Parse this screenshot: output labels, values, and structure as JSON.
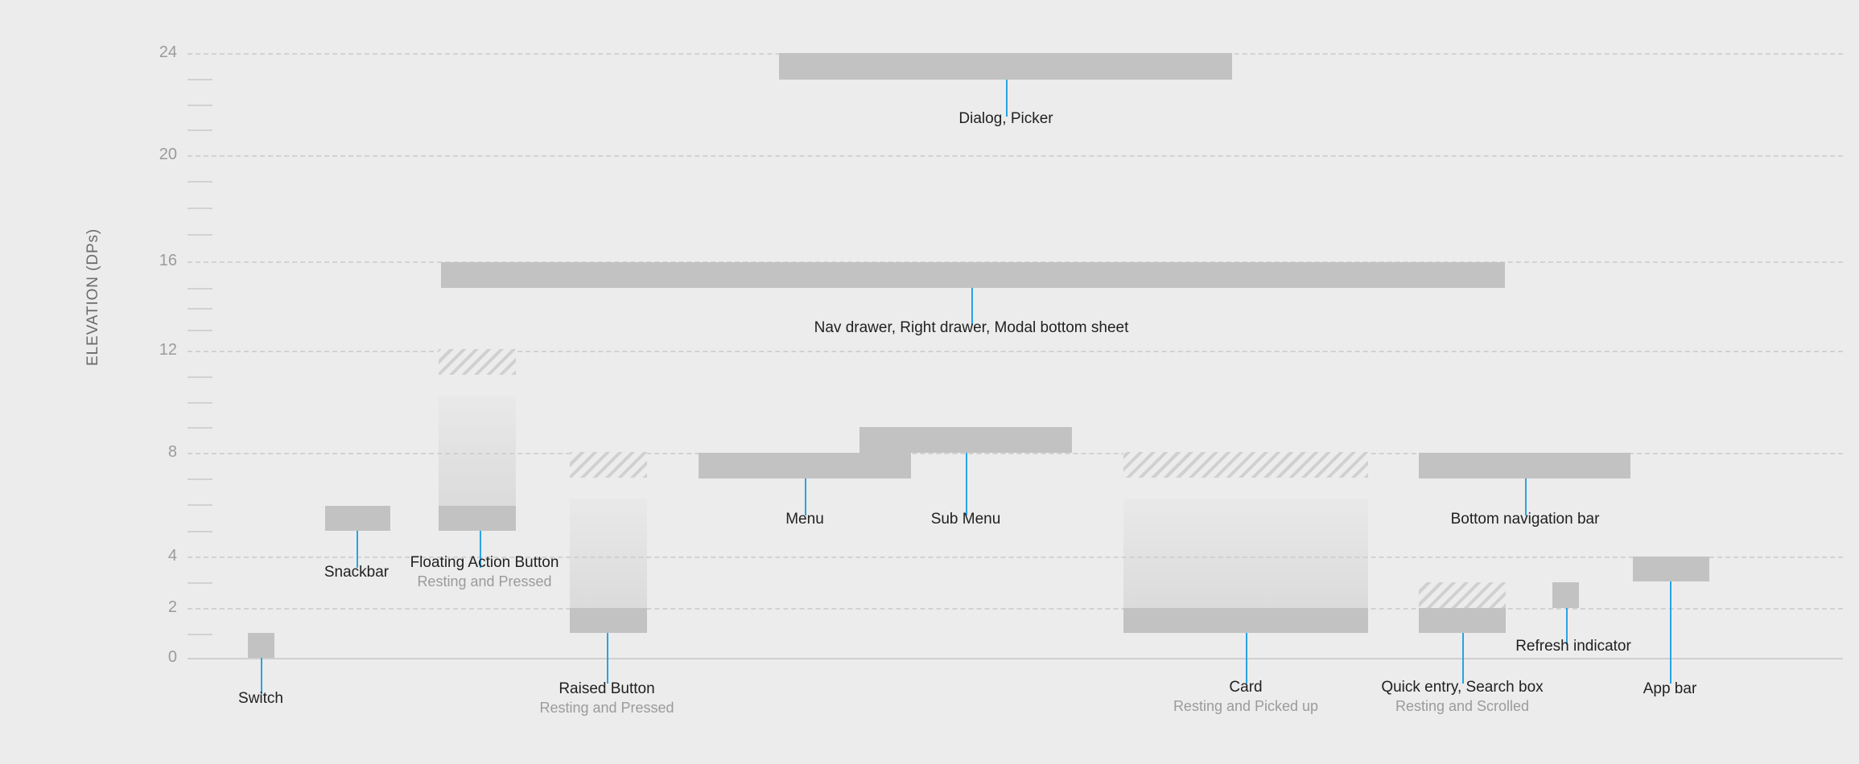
{
  "chart_data": {
    "type": "bar",
    "title": "",
    "xlabel": "",
    "ylabel": "ELEVATION (DPs)",
    "ylim": [
      0,
      25
    ],
    "y_major_ticks": [
      0,
      2,
      4,
      8,
      12,
      16,
      20,
      24
    ],
    "y_tick_labels": [
      "0",
      "2",
      "4",
      "8",
      "12",
      "16",
      "20",
      "24"
    ],
    "y_minor_tick_step": 1,
    "grid": "horizontal-dashed",
    "legend": "none",
    "units": "dp",
    "items": [
      {
        "name": "Switch",
        "sub": "",
        "elevation_low": 0,
        "elevation_high": 1,
        "style": "solid",
        "states": 1
      },
      {
        "name": "Snackbar",
        "sub": "",
        "elevation_low": 6,
        "elevation_high": 6,
        "style": "solid",
        "states": 1
      },
      {
        "name": "Floating Action Button",
        "sub": "Resting and Pressed",
        "elevation_resting": 6,
        "elevation_pressed": 12,
        "style": "resting-solid-pressed-hatched",
        "states": 2
      },
      {
        "name": "Raised Button",
        "sub": "Resting and Pressed",
        "elevation_resting": 2,
        "elevation_pressed": 8,
        "style": "resting-solid-pressed-hatched",
        "states": 2
      },
      {
        "name": "Menu",
        "sub": "",
        "elevation_low": 7,
        "elevation_high": 8,
        "style": "solid",
        "states": 1
      },
      {
        "name": "Sub Menu",
        "sub": "",
        "elevation_low": 8,
        "elevation_high": 9,
        "style": "solid",
        "states": 1
      },
      {
        "name": "Nav drawer, Right drawer, Modal bottom sheet",
        "sub": "",
        "elevation_low": 16,
        "elevation_high": 16,
        "style": "solid",
        "states": 1
      },
      {
        "name": "Dialog, Picker",
        "sub": "",
        "elevation_low": 24,
        "elevation_high": 24,
        "style": "solid",
        "states": 1
      },
      {
        "name": "Card",
        "sub": "Resting and Picked up",
        "elevation_resting": 2,
        "elevation_pressed": 8,
        "style": "resting-solid-pressed-hatched",
        "states": 2
      },
      {
        "name": "Quick entry, Search box",
        "sub": "Resting and Scrolled",
        "elevation_resting": 2,
        "elevation_pressed": 3,
        "style": "resting-solid-pressed-hatched",
        "states": 2
      },
      {
        "name": "Bottom navigation bar",
        "sub": "",
        "elevation_low": 8,
        "elevation_high": 8,
        "style": "solid",
        "states": 1
      },
      {
        "name": "Refresh indicator",
        "sub": "",
        "elevation_low": 3,
        "elevation_high": 4,
        "style": "solid",
        "states": 1
      },
      {
        "name": "App bar",
        "sub": "",
        "elevation_low": 4,
        "elevation_high": 4,
        "style": "solid",
        "states": 1
      }
    ]
  },
  "axis": {
    "y_title": "ELEVATION (DPs)",
    "labels": {
      "t24": "24",
      "t20": "20",
      "t16": "16",
      "t12": "12",
      "t8": "8",
      "t4": "4",
      "t2": "2",
      "t0": "0"
    }
  },
  "annotations": {
    "dialog_picker": "Dialog, Picker",
    "nav_drawer": "Nav drawer, Right drawer, Modal bottom sheet",
    "menu": "Menu",
    "sub_menu": "Sub Menu",
    "snackbar": "Snackbar",
    "fab": "Floating Action Button",
    "fab_sub": "Resting and Pressed",
    "raised_button": "Raised Button",
    "raised_button_sub": "Resting and Pressed",
    "switch": "Switch",
    "card": "Card",
    "card_sub": "Resting and Picked up",
    "quick_entry": "Quick entry, Search box",
    "quick_entry_sub": "Resting and Scrolled",
    "bottom_nav": "Bottom navigation bar",
    "refresh_indicator": "Refresh indicator",
    "app_bar": "App bar"
  },
  "colors": {
    "background": "#ececec",
    "bar": "#c2c2c2",
    "grid": "#d2d2d2",
    "leader": "#29a3e3",
    "text": "#212121",
    "text_muted": "#9b9b9b"
  }
}
